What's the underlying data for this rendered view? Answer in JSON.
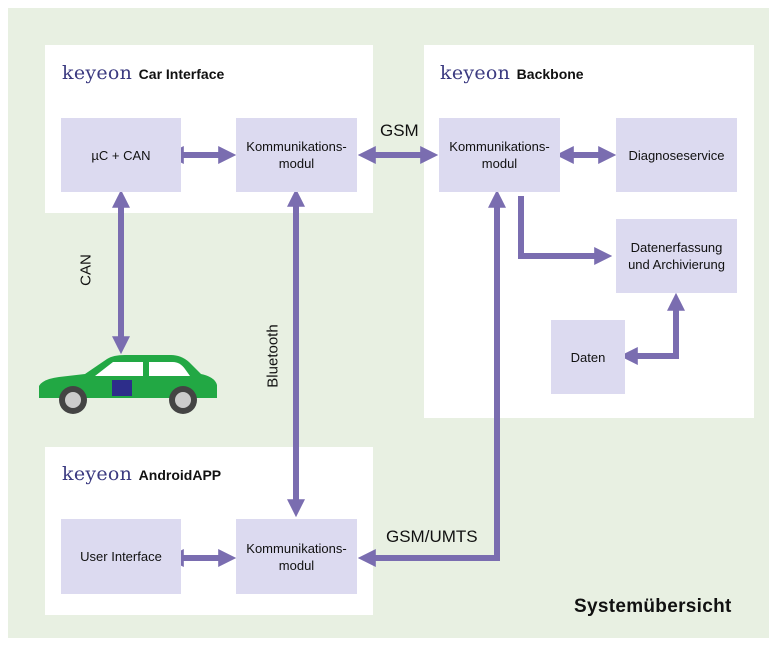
{
  "colors": {
    "background": "#e8f0e2",
    "panel": "#ffffff",
    "node_fill": "#dcdaf0",
    "arrow": "#7a6db0",
    "brand_text": "#3b3a80",
    "car_body": "#22a844"
  },
  "panels": {
    "car_interface": {
      "brand": "keyeon",
      "subtitle": "Car Interface"
    },
    "backbone": {
      "brand": "keyeon",
      "subtitle": "Backbone"
    },
    "android_app": {
      "brand": "keyeon",
      "subtitle": "AndroidAPP"
    }
  },
  "nodes": {
    "uc_can": "µC + CAN",
    "car_komm": "Kommunikations-\nmodul",
    "backbone_komm": "Kommunikations-\nmodul",
    "diagnose": "Diagnoseservice",
    "datenerfassung": "Datenerfassung\nund Archivierung",
    "daten": "Daten",
    "user_interface": "User Interface",
    "android_komm": "Kommunikations-\nmodul"
  },
  "edge_labels": {
    "gsm": "GSM",
    "can": "CAN",
    "bluetooth": "Bluetooth",
    "gsm_umts": "GSM/UMTS"
  },
  "icons": {
    "car": "car-icon"
  },
  "caption": "Systemübersicht"
}
